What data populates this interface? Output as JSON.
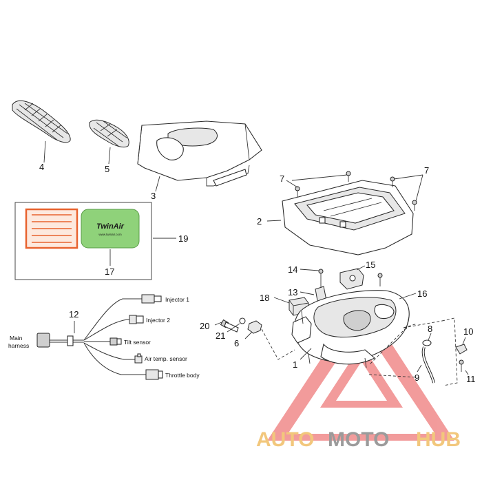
{
  "callouts": {
    "c1": "1",
    "c2": "2",
    "c3": "3",
    "c4": "4",
    "c5": "5",
    "c6": "6",
    "c7a": "7",
    "c7b": "7",
    "c8": "8",
    "c9": "9",
    "c10": "10",
    "c11": "11",
    "c12": "12",
    "c13": "13",
    "c14": "14",
    "c15": "15",
    "c16": "16",
    "c17": "17",
    "c18": "18",
    "c19": "19",
    "c20": "20",
    "c21": "21"
  },
  "harness": {
    "main": "Main",
    "main_line2": "harness",
    "injector1": "Injector 1",
    "injector2": "Injector 2",
    "tilt": "Tilt sensor",
    "air_temp": "Air temp. sensor",
    "throttle": "Throttle body"
  },
  "filter_brand": {
    "line1": "TwinAir",
    "line2": "www.twinair.com"
  },
  "watermark": {
    "part_a1": "AUTO",
    "part_b": "MOTO",
    "part_a2": "HUB",
    "color_a": "#f2c77c",
    "color_b": "#9b9b9b",
    "triangle_color": "#e84a4a"
  },
  "colors": {
    "filter_green": "#8fd27a",
    "filter_orange": "#e8622e"
  }
}
